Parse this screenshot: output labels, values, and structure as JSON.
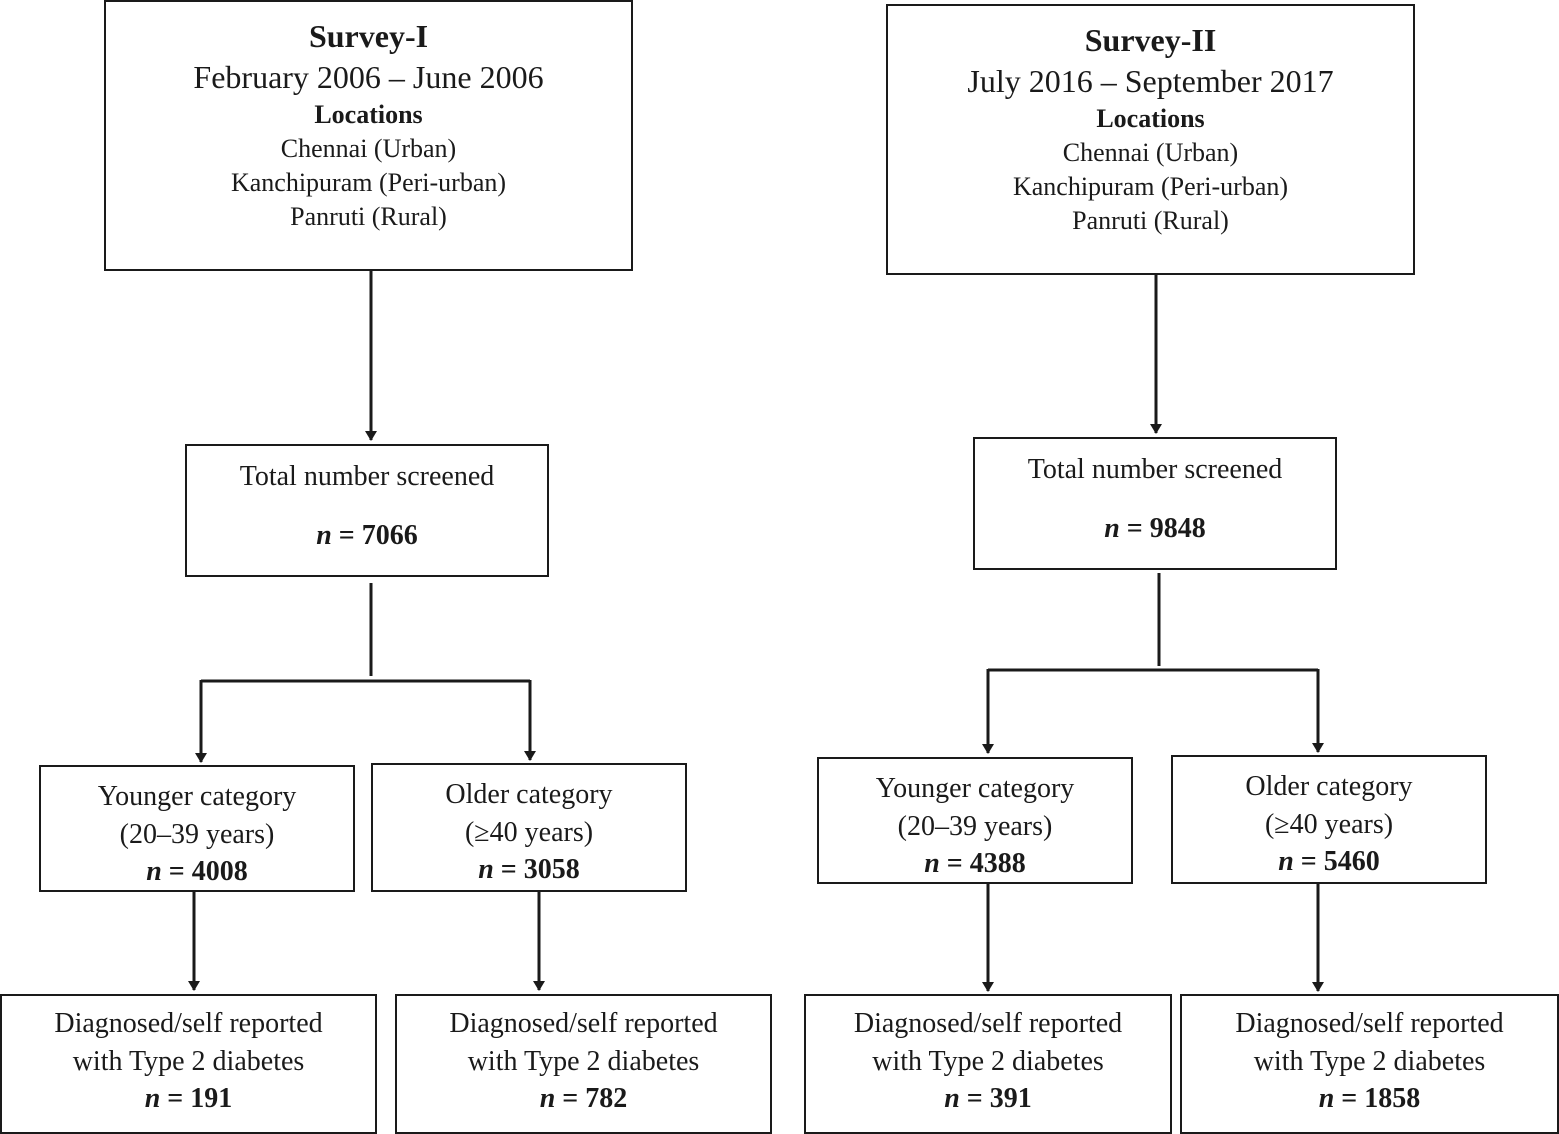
{
  "surveys": [
    {
      "title": "Survey-I",
      "dates": "February 2006 – June 2006",
      "locations_heading": "Locations",
      "locations": [
        "Chennai (Urban)",
        "Kanchipuram (Peri-urban)",
        "Panruti (Rural)"
      ],
      "screened": {
        "label": "Total number screened",
        "n_symbol": "n",
        "n_value": "= 7066"
      },
      "younger": {
        "label": "Younger category",
        "range": "(20–39 years)",
        "n_symbol": "n",
        "n_value": "= 4008"
      },
      "older": {
        "label": "Older category",
        "range": "(≥40 years)",
        "n_symbol": "n",
        "n_value": "= 3058"
      },
      "younger_diabetes": {
        "line1": "Diagnosed/self reported",
        "line2": "with Type 2 diabetes",
        "n_symbol": "n",
        "n_value": "= 191"
      },
      "older_diabetes": {
        "line1": "Diagnosed/self reported",
        "line2": "with Type 2 diabetes",
        "n_symbol": "n",
        "n_value": "= 782"
      }
    },
    {
      "title": "Survey-II",
      "dates": "July 2016 – September 2017",
      "locations_heading": "Locations",
      "locations": [
        "Chennai (Urban)",
        "Kanchipuram (Peri-urban)",
        "Panruti (Rural)"
      ],
      "screened": {
        "label": "Total number screened",
        "n_symbol": "n",
        "n_value": "= 9848"
      },
      "younger": {
        "label": "Younger category",
        "range": "(20–39 years)",
        "n_symbol": "n",
        "n_value": "= 4388"
      },
      "older": {
        "label": "Older category",
        "range": "(≥40 years)",
        "n_symbol": "n",
        "n_value": "= 5460"
      },
      "younger_diabetes": {
        "line1": "Diagnosed/self reported",
        "line2": "with Type 2 diabetes",
        "n_symbol": "n",
        "n_value": "= 391"
      },
      "older_diabetes": {
        "line1": "Diagnosed/self reported",
        "line2": "with Type 2 diabetes",
        "n_symbol": "n",
        "n_value": "= 1858"
      }
    }
  ],
  "colors": {
    "stroke": "#1a1a1a",
    "background": "#ffffff"
  }
}
